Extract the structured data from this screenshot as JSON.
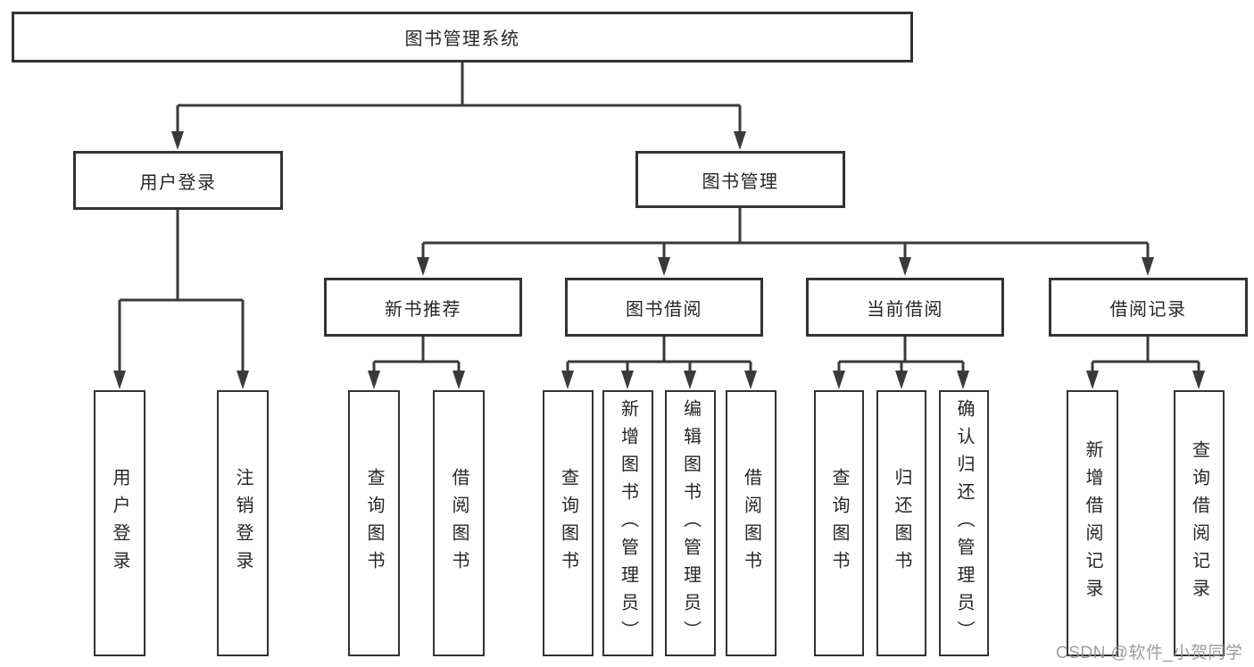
{
  "watermark": "CSDN @软件_小贺同学",
  "colors": {
    "line": "#3a3a3a",
    "box_border": "#333333",
    "text": "#262626",
    "watermark": "#949496",
    "background": "#ffffff"
  },
  "tree": {
    "root": {
      "label": "图书管理系统"
    },
    "branches": [
      {
        "label": "用户登录",
        "children": [
          {
            "label": "用户登录"
          },
          {
            "label": "注销登录"
          }
        ]
      },
      {
        "label": "图书管理",
        "children": [
          {
            "label": "新书推荐",
            "children": [
              {
                "label": "查询图书"
              },
              {
                "label": "借阅图书"
              }
            ]
          },
          {
            "label": "图书借阅",
            "children": [
              {
                "label": "查询图书"
              },
              {
                "label": "新增图书（管理员）"
              },
              {
                "label": "编辑图书（管理员）"
              },
              {
                "label": "借阅图书"
              }
            ]
          },
          {
            "label": "当前借阅",
            "children": [
              {
                "label": "查询图书"
              },
              {
                "label": "归还图书"
              },
              {
                "label": "确认归还（管理员）"
              }
            ]
          },
          {
            "label": "借阅记录",
            "children": [
              {
                "label": "新增借阅记录"
              },
              {
                "label": "查询借阅记录"
              }
            ]
          }
        ]
      }
    ]
  }
}
